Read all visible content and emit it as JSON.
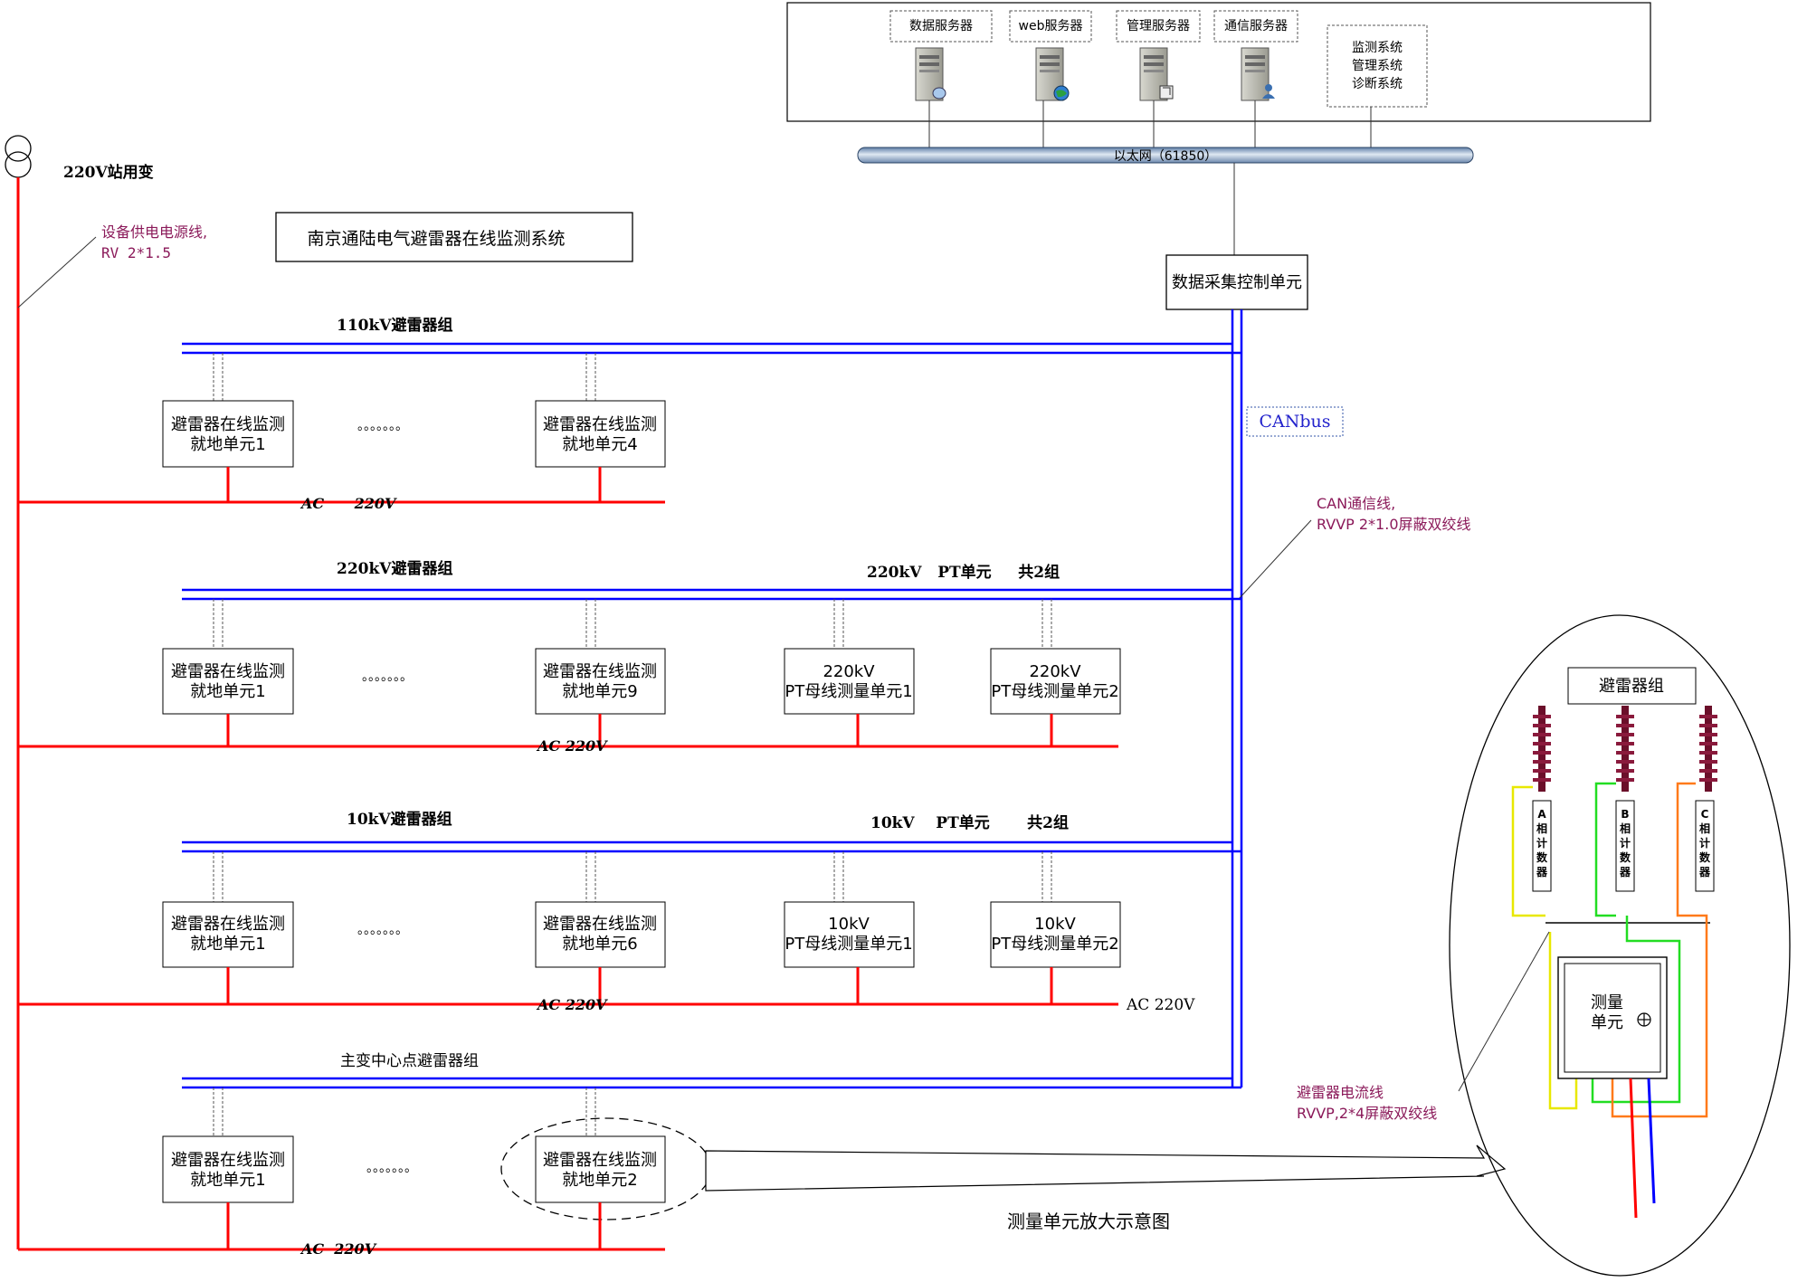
{
  "title": "南京通陆电气避雷器在线监测系统",
  "power_source": {
    "transformer_label": "220V站用变",
    "supply_line_label_1": "设备供电电源线,",
    "supply_line_label_2": "RV 2*1.5"
  },
  "servers": {
    "data_server": "数据服务器",
    "web_server": "web服务器",
    "mgmt_server": "管理服务器",
    "comm_server": "通信服务器",
    "systems": [
      "监测系统",
      "管理系统",
      "诊断系统"
    ],
    "ethernet": "以太网（61850）"
  },
  "control_unit": "数据采集控制单元",
  "canbus": {
    "label": "CANbus",
    "wire_label_1": "CAN通信线,",
    "wire_label_2": "RVVP 2*1.0屏蔽双绞线"
  },
  "groups": {
    "g110": {
      "title": "110kV避雷器组",
      "unit_a": [
        "避雷器在线监测",
        "就地单元1"
      ],
      "unit_b": [
        "避雷器在线监测",
        "就地单元4"
      ],
      "dots": "。。。。。。。",
      "ac": "AC      220V"
    },
    "g220": {
      "title": "220kV避雷器组",
      "pt_title": "220kV   PT单元     共2组",
      "unit_a": [
        "避雷器在线监测",
        "就地单元1"
      ],
      "unit_b": [
        "避雷器在线监测",
        "就地单元9"
      ],
      "pt1": [
        "220kV",
        "PT母线测量单元1"
      ],
      "pt2": [
        "220kV",
        "PT母线测量单元2"
      ],
      "dots": "。。。。。。。",
      "ac": "AC 220V"
    },
    "g10": {
      "title": "10kV避雷器组",
      "pt_title": "10kV    PT单元       共2组",
      "unit_a": [
        "避雷器在线监测",
        "就地单元1"
      ],
      "unit_b": [
        "避雷器在线监测",
        "就地单元6"
      ],
      "pt1": [
        "10kV",
        "PT母线测量单元1"
      ],
      "pt2": [
        "10kV",
        "PT母线测量单元2"
      ],
      "dots": "。。。。。。。",
      "ac": "AC 220V",
      "ac_right": "AC 220V"
    },
    "gmain": {
      "title": "主变中心点避雷器组",
      "unit_a": [
        "避雷器在线监测",
        "就地单元1"
      ],
      "unit_b": [
        "避雷器在线监测",
        "就地单元2"
      ],
      "dots": "。。。。。。。",
      "ac": "AC  220V"
    }
  },
  "detail": {
    "arrester_group": "避雷器组",
    "counter_a": [
      "A",
      "相",
      "计",
      "数",
      "器"
    ],
    "counter_b": [
      "B",
      "相",
      "计",
      "数",
      "器"
    ],
    "counter_c": [
      "C",
      "相",
      "计",
      "数",
      "器"
    ],
    "measure_unit": [
      "测量",
      "单元"
    ],
    "current_wire_1": "避雷器电流线",
    "current_wire_2": "RVVP,2*4屏蔽双绞线",
    "caption": "测量单元放大示意图"
  },
  "colors": {
    "power_red": "#ff0000",
    "bus_blue": "#0000ff",
    "label_purple": "#8B1A5A"
  }
}
